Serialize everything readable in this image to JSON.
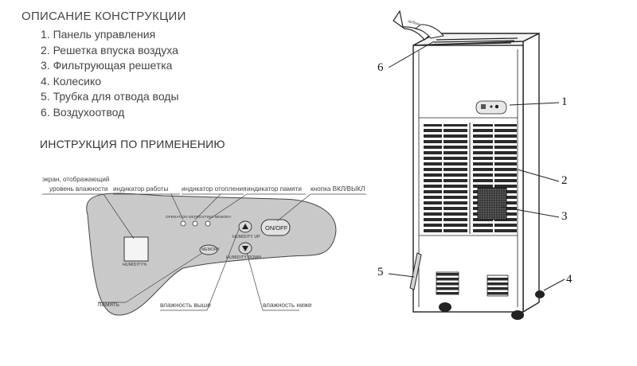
{
  "description": {
    "title": "ОПИСАНИЕ КОНСТРУКЦИИ",
    "items": [
      "1. Панель управления",
      "2. Решетка  впуска воздуха",
      "3. Фильтрующая решетка",
      "4. Колесико",
      "5. Трубка для отвода воды",
      "6. Воздухоотвод"
    ]
  },
  "instructions": {
    "title": "ИНСТРУКЦИЯ ПО ПРИМЕНЕНИЮ"
  },
  "panel": {
    "callout_screen_line1": "экран, отображающий",
    "callout_screen_line2": "уровень влажности",
    "callout_work": "индикатор работы",
    "callout_heat": "индикатор отопления",
    "callout_memory": "индикатор памяти",
    "callout_power": "кнопка ВКЛ/ВЫКЛ",
    "callout_memory_btn": "память",
    "callout_hum_up": "влажность выше",
    "callout_hum_down": "влажность ниже",
    "display_label": "HUMIDITY%",
    "indicator_labels": "OPERATION DEFROSTING MEMORY",
    "hum_up_label": "HUMIDITY UP",
    "hum_down_label": "HUMIDITY DOWN",
    "memory_button": "MEMORY",
    "power_button": "ON/OFF"
  },
  "unit": {
    "airflow_label": "airflow",
    "numbers": [
      "1",
      "2",
      "3",
      "4",
      "5",
      "6"
    ]
  }
}
